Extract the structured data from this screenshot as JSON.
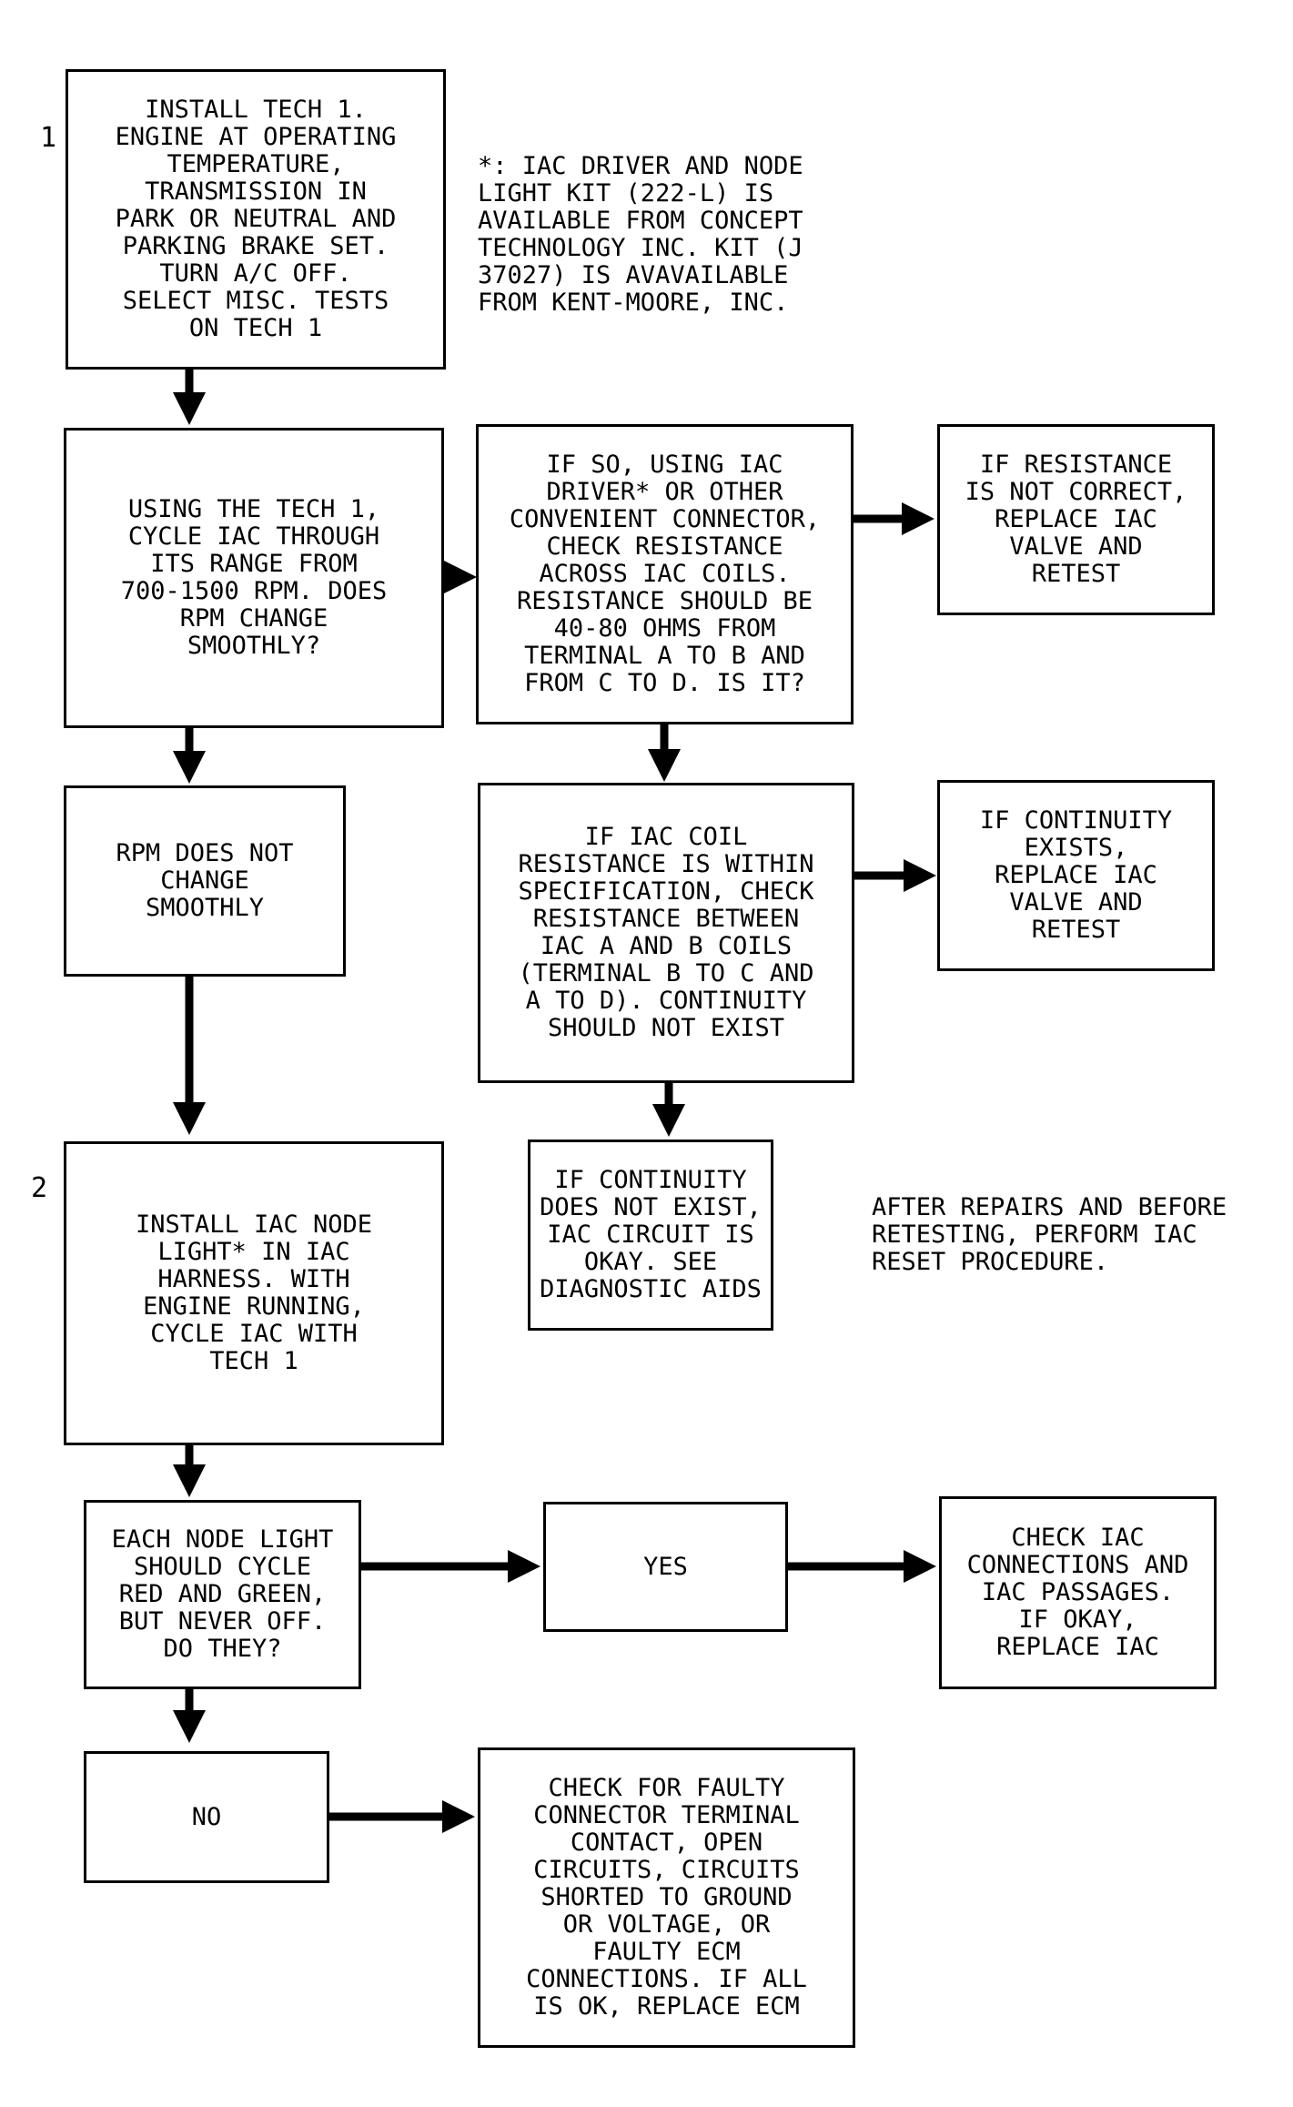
{
  "step_numbers": {
    "s1": "1",
    "s2": "2"
  },
  "boxes": {
    "b1": "INSTALL TECH 1.\nENGINE AT OPERATING\nTEMPERATURE,\nTRANSMISSION IN\nPARK OR NEUTRAL AND\nPARKING BRAKE SET.\nTURN A/C OFF.\nSELECT MISC. TESTS\nON TECH 1",
    "b2": "USING THE TECH 1,\nCYCLE IAC THROUGH\nITS RANGE FROM\n700-1500 RPM. DOES\nRPM CHANGE\nSMOOTHLY?",
    "b3": "IF SO, USING IAC\nDRIVER* OR OTHER\nCONVENIENT CONNECTOR,\nCHECK RESISTANCE\nACROSS IAC COILS.\nRESISTANCE SHOULD BE\n40-80 OHMS FROM\nTERMINAL A TO B AND\nFROM C TO D. IS IT?",
    "b4": "IF RESISTANCE\nIS NOT CORRECT,\nREPLACE IAC\nVALVE AND\nRETEST",
    "b5": "RPM DOES NOT\nCHANGE\nSMOOTHLY",
    "b6": "IF IAC COIL\nRESISTANCE IS WITHIN\nSPECIFICATION, CHECK\nRESISTANCE BETWEEN\nIAC A AND B COILS\n(TERMINAL B TO C AND\nA TO D). CONTINUITY\nSHOULD NOT EXIST",
    "b7": "IF CONTINUITY\nEXISTS,\nREPLACE IAC\nVALVE AND\nRETEST",
    "b8": "INSTALL IAC NODE\nLIGHT* IN IAC\nHARNESS. WITH\nENGINE RUNNING,\nCYCLE IAC WITH\nTECH 1",
    "b9": "IF CONTINUITY\nDOES NOT EXIST,\nIAC CIRCUIT IS\nOKAY. SEE\nDIAGNOSTIC AIDS",
    "b10": "EACH NODE LIGHT\nSHOULD CYCLE\nRED AND GREEN,\nBUT NEVER OFF.\nDO THEY?",
    "b11": "YES",
    "b12": "CHECK IAC\nCONNECTIONS AND\nIAC PASSAGES.\nIF OKAY,\nREPLACE IAC",
    "b13": "NO",
    "b14": "CHECK FOR FAULTY\nCONNECTOR TERMINAL\nCONTACT, OPEN\nCIRCUITS, CIRCUITS\nSHORTED TO GROUND\nOR VOLTAGE, OR\nFAULTY ECM\nCONNECTIONS. IF ALL\nIS OK, REPLACE ECM"
  },
  "notes": {
    "kit_note": "*: IAC DRIVER AND NODE\nLIGHT KIT (222-L) IS\nAVAILABLE FROM CONCEPT\nTECHNOLOGY INC. KIT (J\n37027) IS AVAVAILABLE\nFROM KENT-MOORE, INC.",
    "reset_note": "AFTER REPAIRS AND BEFORE\nRETESTING, PERFORM IAC\nRESET PROCEDURE."
  }
}
